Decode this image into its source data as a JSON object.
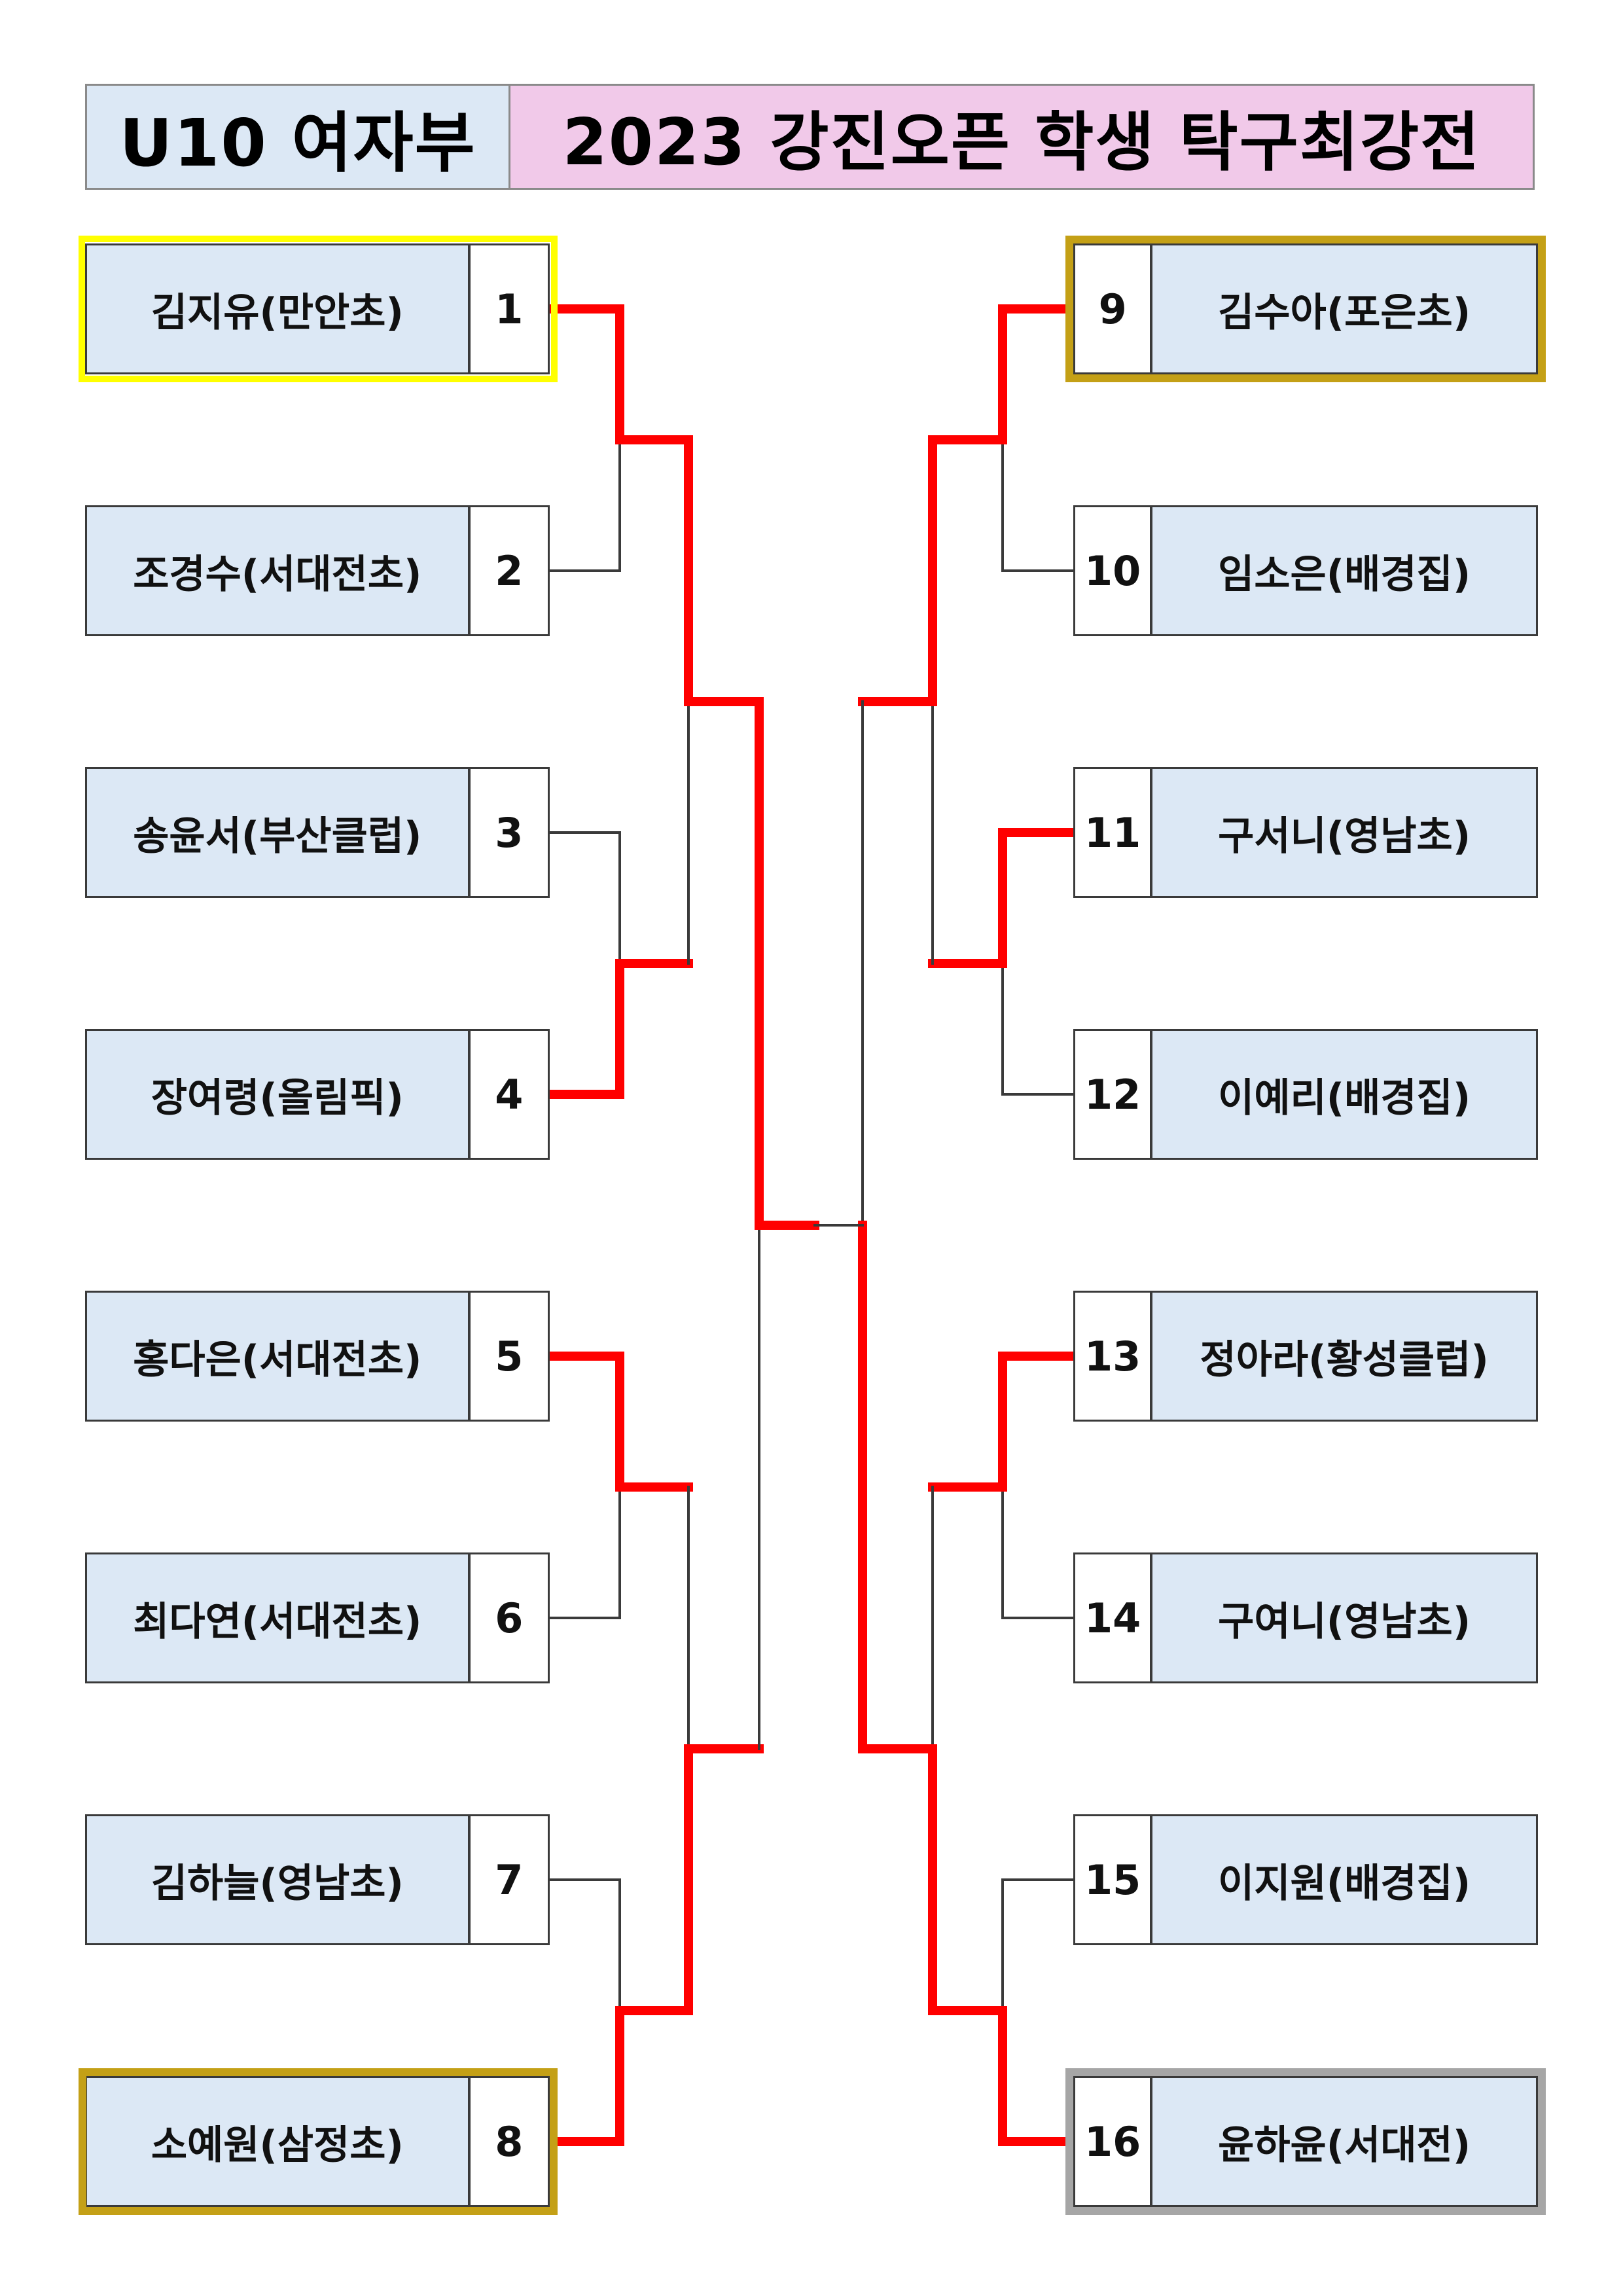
{
  "title": {
    "category": "U10  여자부",
    "event": "2023 강진오픈  학생  탁구최강전"
  },
  "colors": {
    "name_cell": "#dce8f5",
    "category_bg": "#dce8f5",
    "event_bg": "#f1c9e9",
    "winner_line": "#ff0000",
    "bracket_line": "#3a3a3a",
    "first_place_frame": "#ffff00",
    "third_place_frame": "#c4a016",
    "second_place_frame": "#a6a6a6"
  },
  "left_entries": [
    {
      "seed": "1",
      "name": "김지유(만안초)",
      "frame": "first"
    },
    {
      "seed": "2",
      "name": "조경수(서대전초)"
    },
    {
      "seed": "3",
      "name": "송윤서(부산클럽)"
    },
    {
      "seed": "4",
      "name": "장여령(올림픽)"
    },
    {
      "seed": "5",
      "name": "홍다은(서대전초)"
    },
    {
      "seed": "6",
      "name": "최다연(서대전초)"
    },
    {
      "seed": "7",
      "name": "김하늘(영남초)"
    },
    {
      "seed": "8",
      "name": "소예원(삼정초)",
      "frame": "third"
    }
  ],
  "right_entries": [
    {
      "seed": "9",
      "name": "김수아(포은초)",
      "frame": "third"
    },
    {
      "seed": "10",
      "name": "임소은(배경집)"
    },
    {
      "seed": "11",
      "name": "구서니(영남초)"
    },
    {
      "seed": "12",
      "name": "이예리(배경집)"
    },
    {
      "seed": "13",
      "name": "정아라(황성클럽)"
    },
    {
      "seed": "14",
      "name": "구여니(영남초)"
    },
    {
      "seed": "15",
      "name": "이지원(배경집)"
    },
    {
      "seed": "16",
      "name": "윤하윤(서대전)",
      "frame": "second"
    }
  ],
  "results": {
    "left": {
      "round1": [
        "1",
        "4",
        "5",
        "8"
      ],
      "quarterfinal": [
        "1",
        "8"
      ],
      "semifinal": "1"
    },
    "right": {
      "round1": [
        "9",
        "11",
        "13",
        "16"
      ],
      "quarterfinal": [
        "9",
        "16"
      ],
      "semifinal": "16"
    },
    "champion": "1"
  }
}
